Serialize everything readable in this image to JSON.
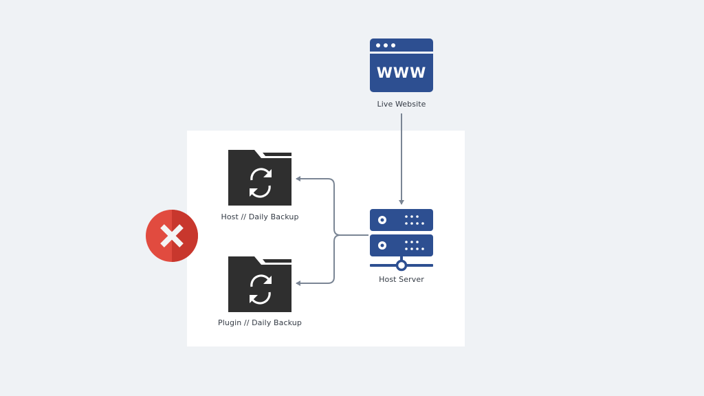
{
  "nodes": {
    "website": {
      "label": "Live Website",
      "icon": "www-browser-icon"
    },
    "server": {
      "label": "Host Server",
      "icon": "server-icon"
    },
    "host_backup": {
      "label": "Host // Daily Backup",
      "icon": "backup-folder-icon"
    },
    "plugin_backup": {
      "label": "Plugin // Daily Backup",
      "icon": "backup-folder-icon"
    },
    "failure": {
      "icon": "x-close-icon"
    }
  },
  "colors": {
    "background": "#eff2f5",
    "panel": "#ffffff",
    "accent_blue": "#2d4f91",
    "folder": "#2f2f2f",
    "connector": "#7a8594",
    "error_red": "#e14b3f",
    "label_text": "#333a44"
  }
}
